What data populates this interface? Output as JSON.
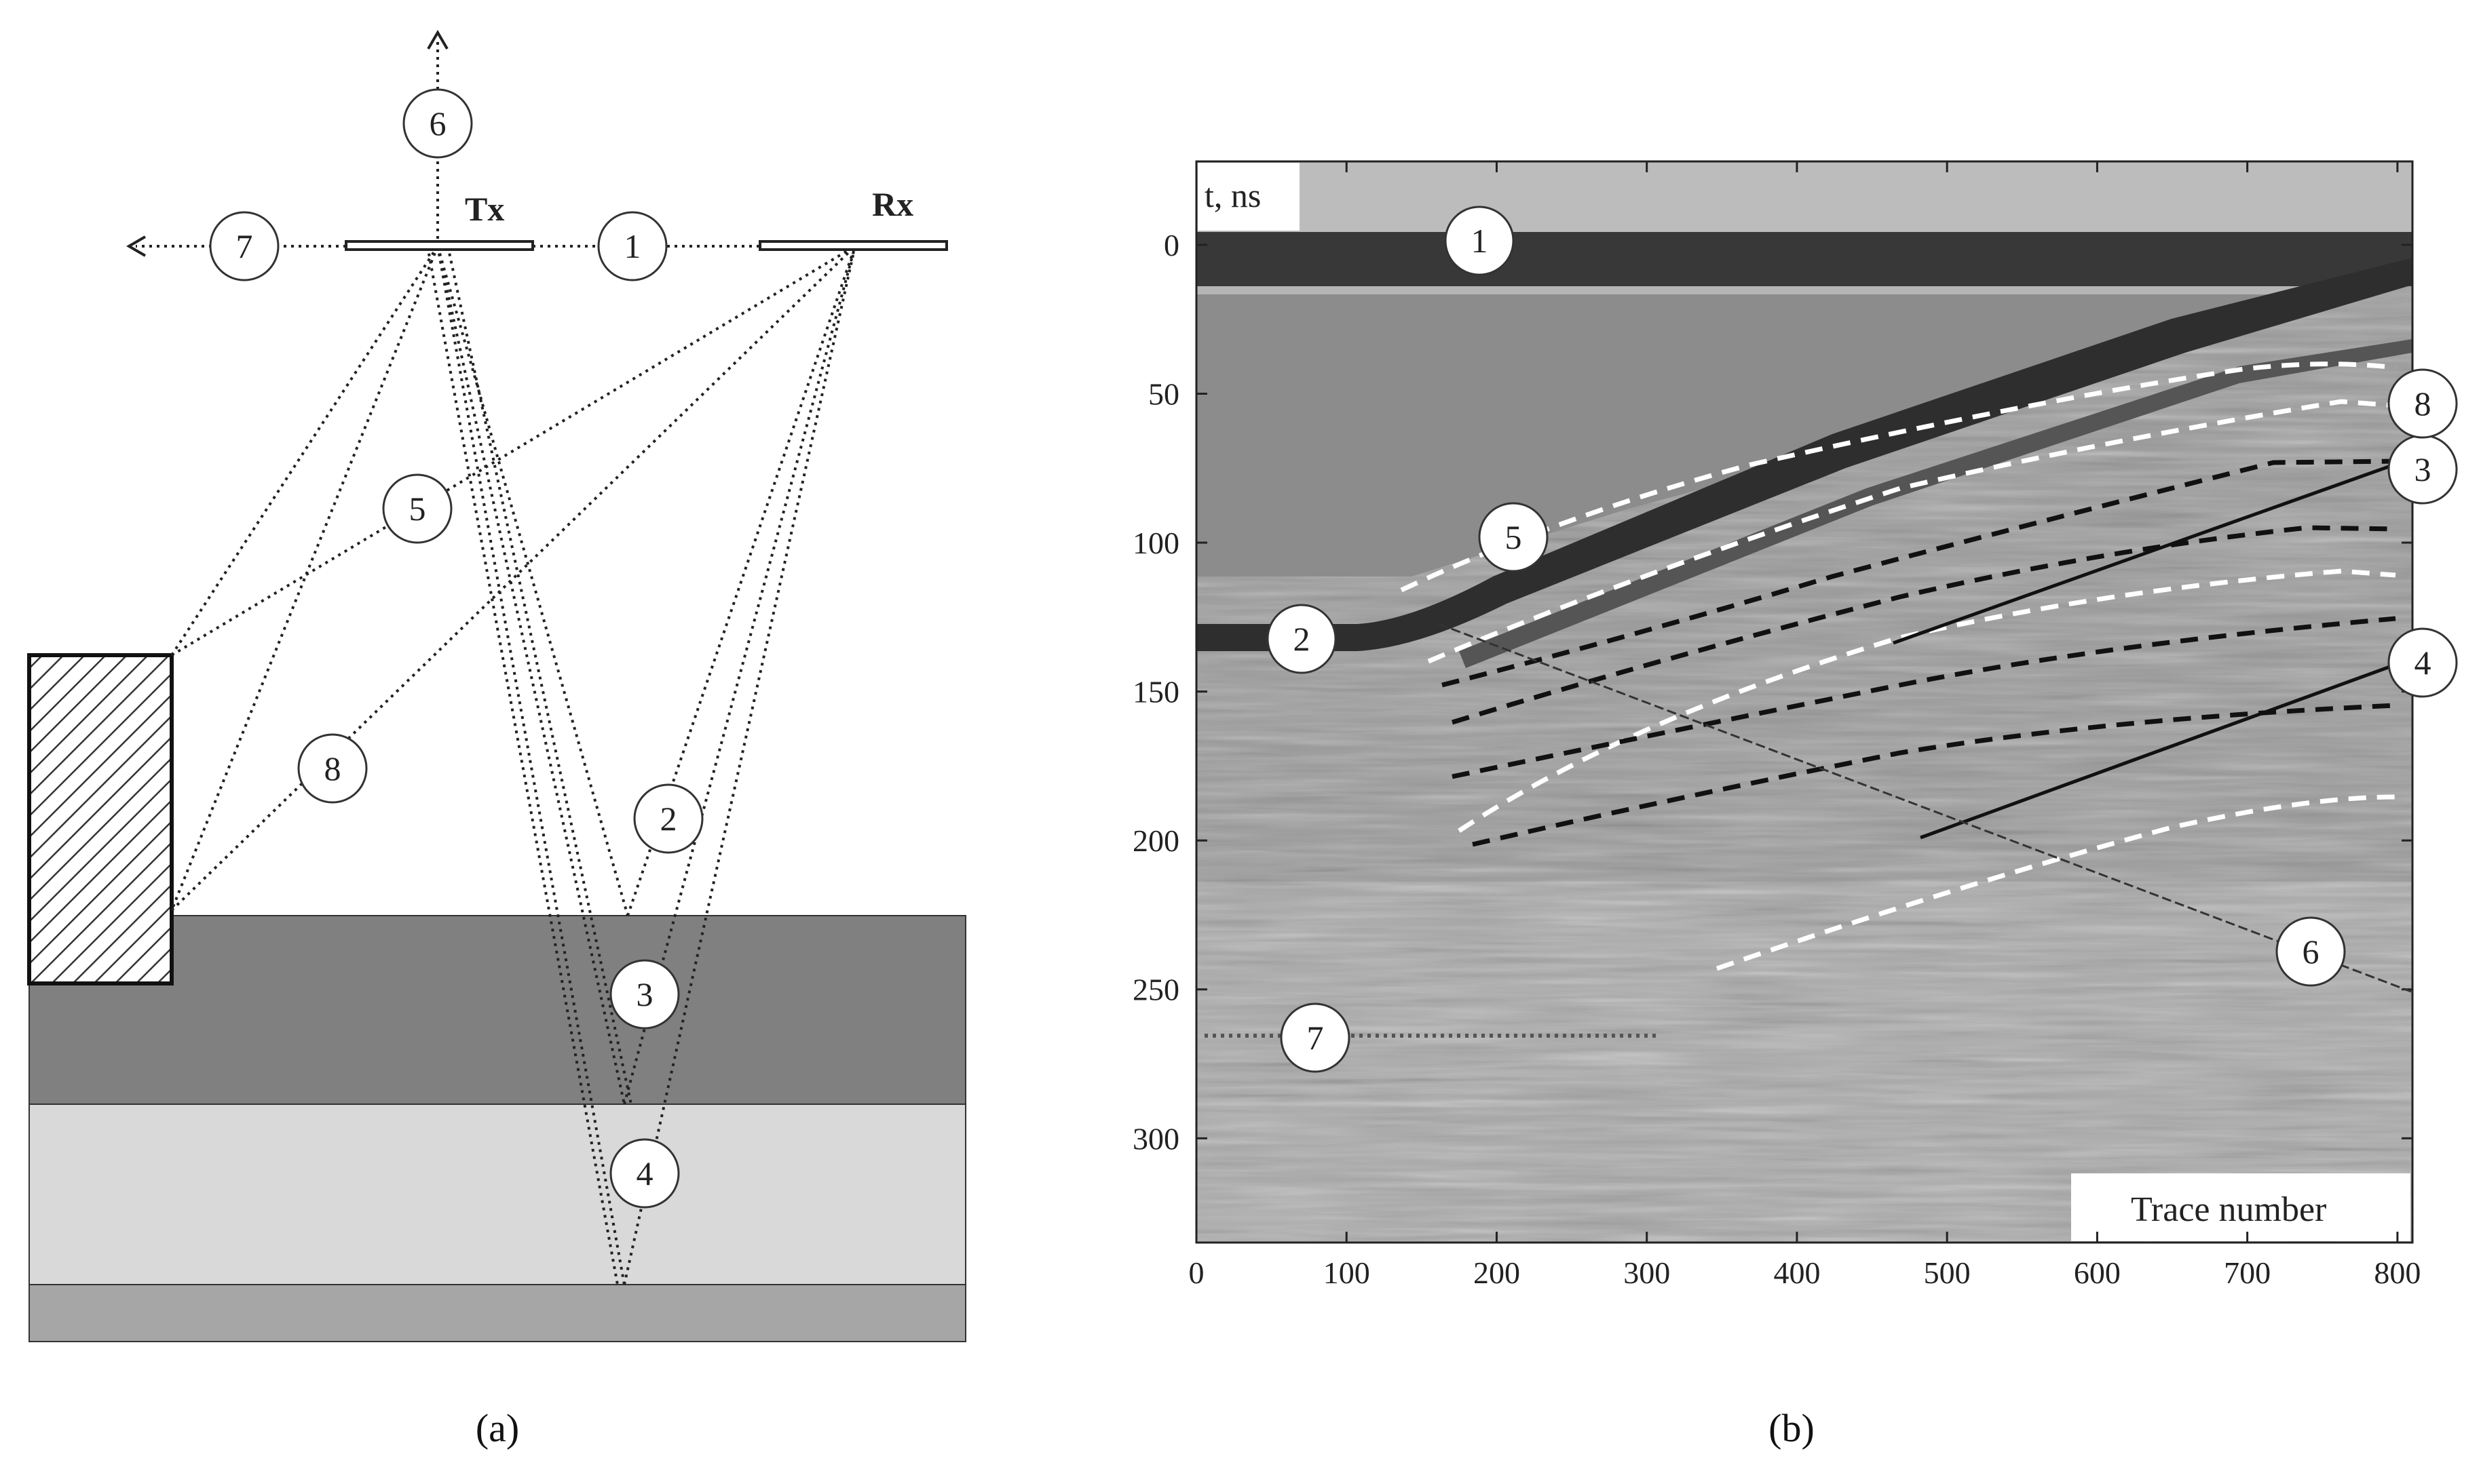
{
  "panel_a": {
    "tx_label": "Tx",
    "rx_label": "Rx",
    "paths": [
      {
        "id": "1",
        "label": "1"
      },
      {
        "id": "2",
        "label": "2"
      },
      {
        "id": "3",
        "label": "3"
      },
      {
        "id": "4",
        "label": "4"
      },
      {
        "id": "5",
        "label": "5"
      },
      {
        "id": "6",
        "label": "6"
      },
      {
        "id": "7",
        "label": "7"
      },
      {
        "id": "8",
        "label": "8"
      }
    ],
    "layer_colors": [
      "#808080",
      "#d9d9d9",
      "#a6a6a6"
    ],
    "caption": "(a)"
  },
  "panel_b": {
    "y_axis_label": "t, ns",
    "x_axis_label": "Trace number",
    "x_ticks": [
      "0",
      "100",
      "200",
      "300",
      "400",
      "500",
      "600",
      "700",
      "800"
    ],
    "y_ticks": [
      "0",
      "50",
      "100",
      "150",
      "200",
      "250",
      "300"
    ],
    "x_range": [
      0,
      810
    ],
    "y_range": [
      -28,
      335
    ],
    "labels": [
      "1",
      "2",
      "3",
      "4",
      "5",
      "6",
      "7",
      "8"
    ],
    "caption": "(b)"
  }
}
